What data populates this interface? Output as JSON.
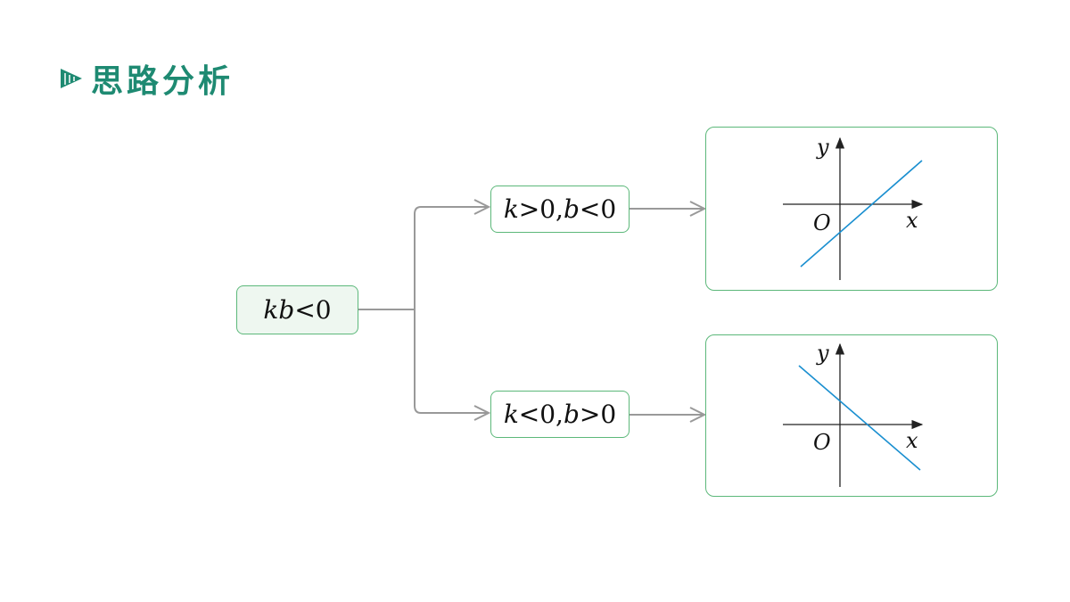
{
  "heading": {
    "text": "思路分析"
  },
  "root_node": {
    "parts": [
      "k",
      "b",
      "<0"
    ]
  },
  "branches": [
    {
      "condition": {
        "k": "k",
        "op1": ">0,",
        "b": "b",
        "op2": "<0"
      },
      "graph": {
        "y_label": "y",
        "x_label": "x",
        "origin_label": "O",
        "slope_sign": "positive",
        "intercept_sign": "negative"
      }
    },
    {
      "condition": {
        "k": "k",
        "op1": "<0,",
        "b": "b",
        "op2": ">0"
      },
      "graph": {
        "y_label": "y",
        "x_label": "x",
        "origin_label": "O",
        "slope_sign": "negative",
        "intercept_sign": "positive"
      }
    }
  ],
  "colors": {
    "heading": "#1e8a72",
    "border": "#5cb87a",
    "line": "#1a8fd0",
    "connector": "#999999"
  }
}
